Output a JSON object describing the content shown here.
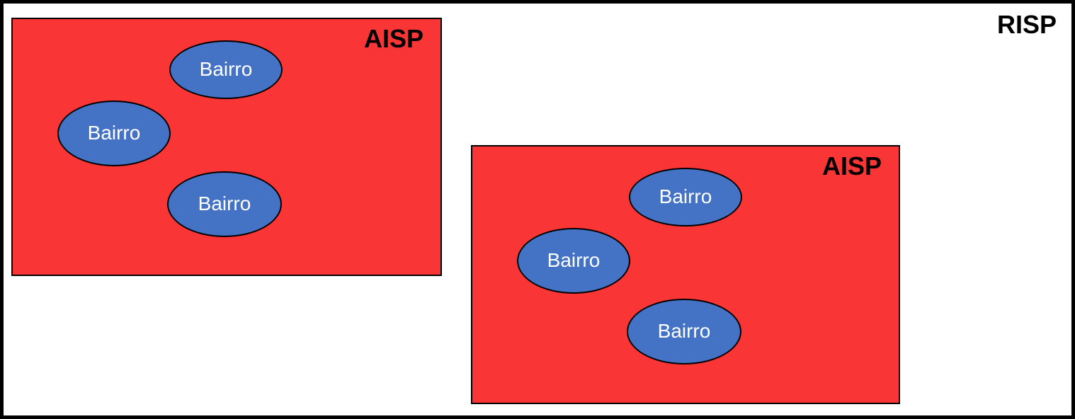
{
  "diagram": {
    "outer_label": "RISP",
    "colors": {
      "background": "#FFFFFF",
      "border": "#000000",
      "region_fill": "#FA3535",
      "region_label_color": "#000000",
      "ellipse_fill": "#4472C4",
      "ellipse_text_color": "#FFFFFF"
    },
    "regions": [
      {
        "label": "AISP",
        "ellipses": [
          {
            "label": "Bairro"
          },
          {
            "label": "Bairro"
          },
          {
            "label": "Bairro"
          }
        ]
      },
      {
        "label": "AISP",
        "ellipses": [
          {
            "label": "Bairro"
          },
          {
            "label": "Bairro"
          },
          {
            "label": "Bairro"
          }
        ]
      }
    ]
  }
}
